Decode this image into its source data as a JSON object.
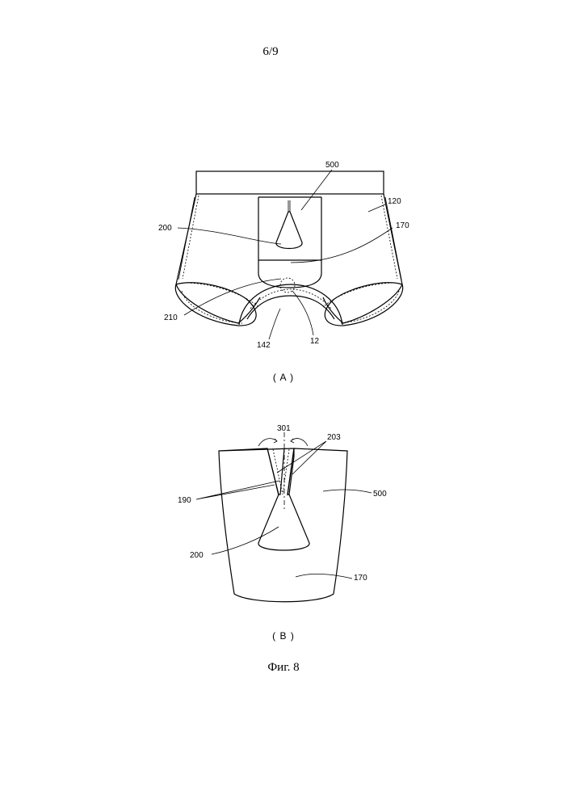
{
  "page_number": "6/9",
  "figure_caption": "Фиг. 8",
  "view_a": {
    "caption": "( A )",
    "labels": {
      "l500": "500",
      "l120": "120",
      "l170": "170",
      "l200": "200",
      "l210": "210",
      "l142": "142",
      "l12": "12"
    }
  },
  "view_b": {
    "caption": "( B )",
    "labels": {
      "l301": "301",
      "l203": "203",
      "l190": "190",
      "l500": "500",
      "l200": "200",
      "l170": "170"
    }
  }
}
